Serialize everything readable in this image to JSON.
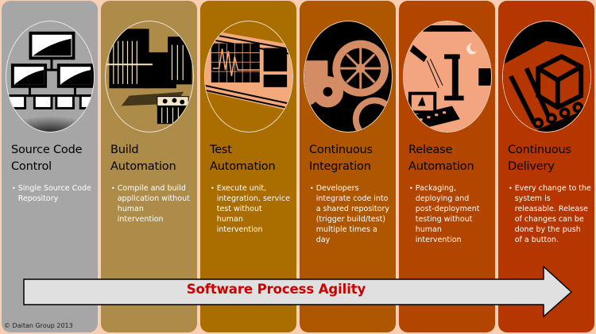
{
  "stages": [
    {
      "title": "Source Code\nControl",
      "bullet": "Single Source Code\nRepository",
      "color": "#a6a6a6",
      "icon": "network-computers-icon"
    },
    {
      "title": "Build\nAutomation",
      "bullet": "Compile and build\napplication without\nhuman\nintervention",
      "color": "#ad8b48",
      "icon": "building-blocks-icon"
    },
    {
      "title": "Test\nAutomation",
      "bullet": "Execute unit,\nintegration,  service\ntest without\nhuman\nintervention",
      "color": "#a96d00",
      "icon": "oscilloscope-monitor-icon"
    },
    {
      "title": "Continuous\nIntegration",
      "bullet": "Developers\nintegrate code into\na shared repository\n(trigger build/test)\nmultiple times a\nday",
      "color": "#ae5700",
      "icon": "gears-icon"
    },
    {
      "title": "Release\nAutomation",
      "bullet": "Packaging,\ndeploying and\npost-deployment\ntesting without\nhuman\nintervention",
      "color": "#b24500",
      "icon": "rocket-launch-laptop-icon"
    },
    {
      "title": "Continuous\nDelivery",
      "bullet": "Every change to the\nsystem is\nreleasable. Release\nof changes can be\ndone by the push\nof a button.",
      "color": "#b63600",
      "icon": "conveyor-package-icon"
    }
  ],
  "arrow": {
    "label": "Software Process Agility",
    "label_color": "#cc0000",
    "fill": "#e0e0e0"
  },
  "footer": {
    "copyright": "© Daitan Group 2013"
  },
  "colors": {
    "background": "#f8cfb3"
  }
}
